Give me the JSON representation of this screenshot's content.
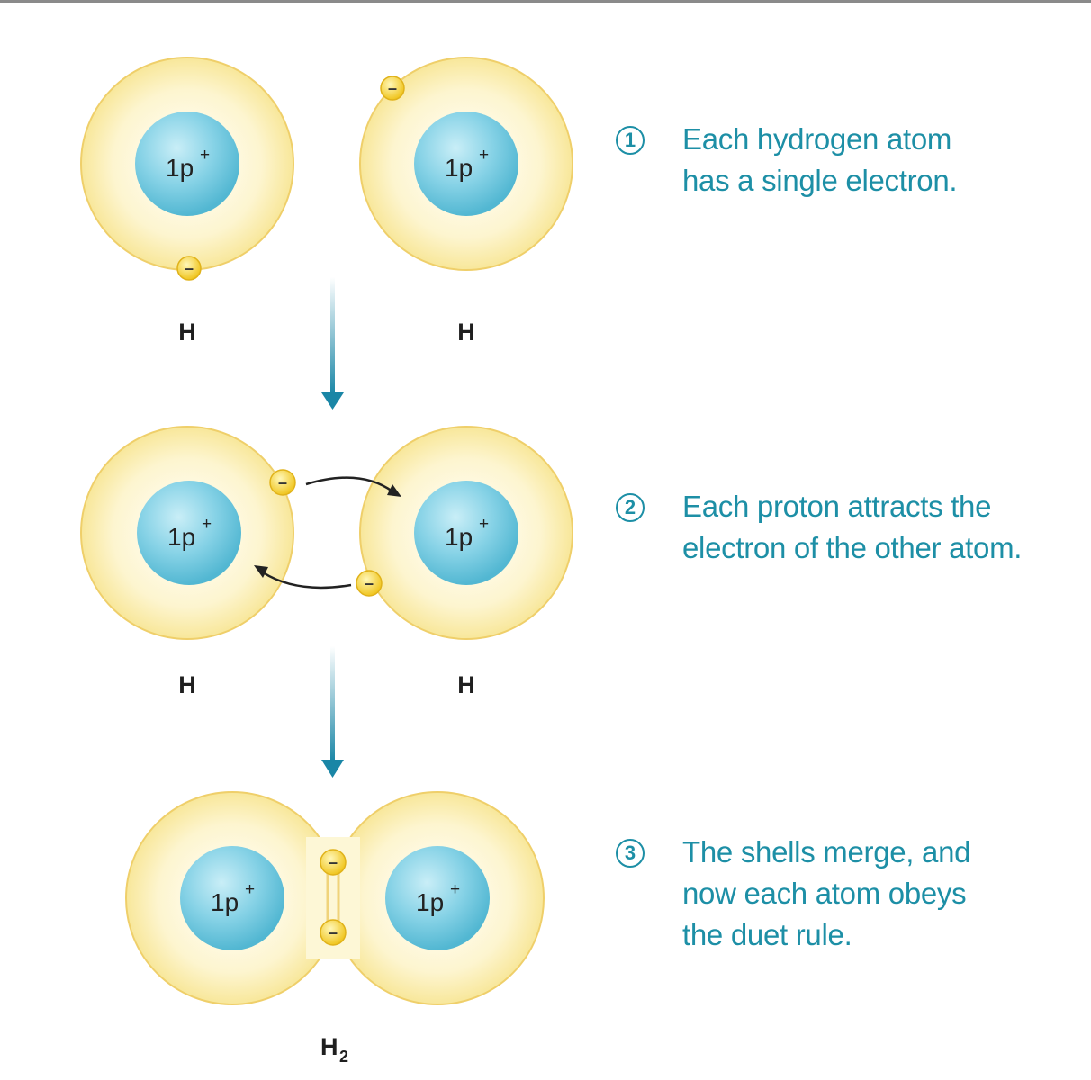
{
  "atoms": {
    "nucleus_label": "1p",
    "nucleus_charge": "+",
    "electron_symbol": "–"
  },
  "steps": [
    {
      "number": "1",
      "lines": [
        "Each hydrogen atom",
        "has a single electron."
      ],
      "labels": [
        "H",
        "H"
      ]
    },
    {
      "number": "2",
      "lines": [
        "Each proton attracts the",
        "electron of the other atom."
      ],
      "labels": [
        "H",
        "H"
      ]
    },
    {
      "number": "3",
      "lines": [
        "The shells merge, and",
        "now each atom obeys",
        "the duet rule."
      ],
      "labels": [
        "H2"
      ]
    }
  ],
  "molecule_label": {
    "symbol": "H",
    "subscript": "2"
  },
  "colors": {
    "accent": "#1d8fa6",
    "shell": "#fdf3c4",
    "shell_edge": "#f2d06a",
    "nucleus": "#7fcfe3",
    "electron": "#f6d23a"
  }
}
